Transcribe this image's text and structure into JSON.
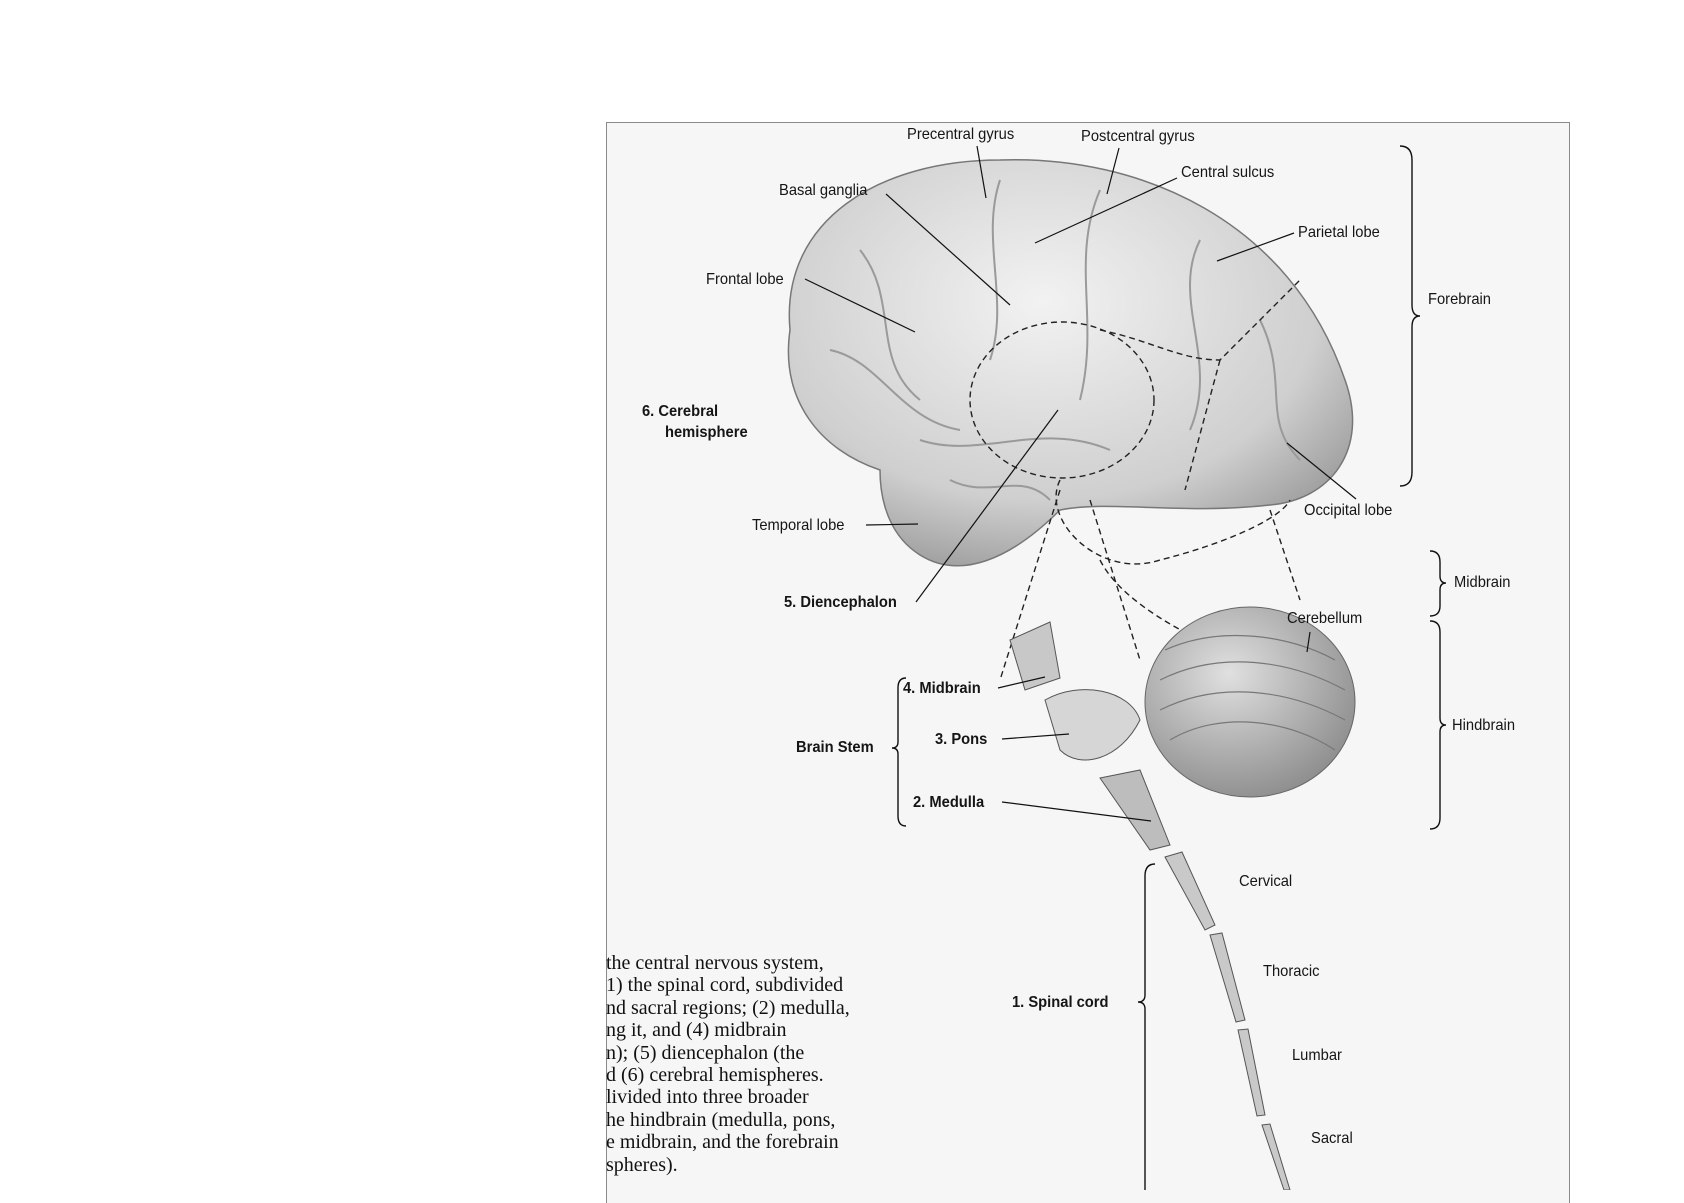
{
  "labels": {
    "precentral_gyrus": "Precentral gyrus",
    "postcentral_gyrus": "Postcentral gyrus",
    "central_sulcus": "Central sulcus",
    "basal_ganglia": "Basal ganglia",
    "parietal_lobe": "Parietal lobe",
    "frontal_lobe": "Frontal lobe",
    "cerebral_hemisphere_1": "6.  Cerebral",
    "cerebral_hemisphere_2": "hemisphere",
    "occipital_lobe": "Occipital lobe",
    "temporal_lobe": "Temporal lobe",
    "diencephalon": "5.  Diencephalon",
    "cerebellum": "Cerebellum",
    "midbrain_part": "4.  Midbrain",
    "pons": "3.  Pons",
    "brain_stem": "Brain Stem",
    "medulla": "2.  Medulla",
    "cervical": "Cervical",
    "thoracic": "Thoracic",
    "spinal_cord": "1.  Spinal cord",
    "lumbar": "Lumbar",
    "sacral": "Sacral"
  },
  "divisions": {
    "forebrain": "Forebrain",
    "midbrain": "Midbrain",
    "hindbrain": "Hindbrain"
  },
  "caption_lines": [
    "the central nervous system,",
    "1) the spinal cord, subdivided",
    "nd sacral regions; (2) medulla,",
    "ng it, and (4) midbrain",
    "n); (5) diencephalon (the",
    "d (6) cerebral hemispheres.",
    "livided into three broader",
    "he hindbrain (medulla, pons,",
    "e midbrain, and the forebrain",
    "spheres)."
  ]
}
